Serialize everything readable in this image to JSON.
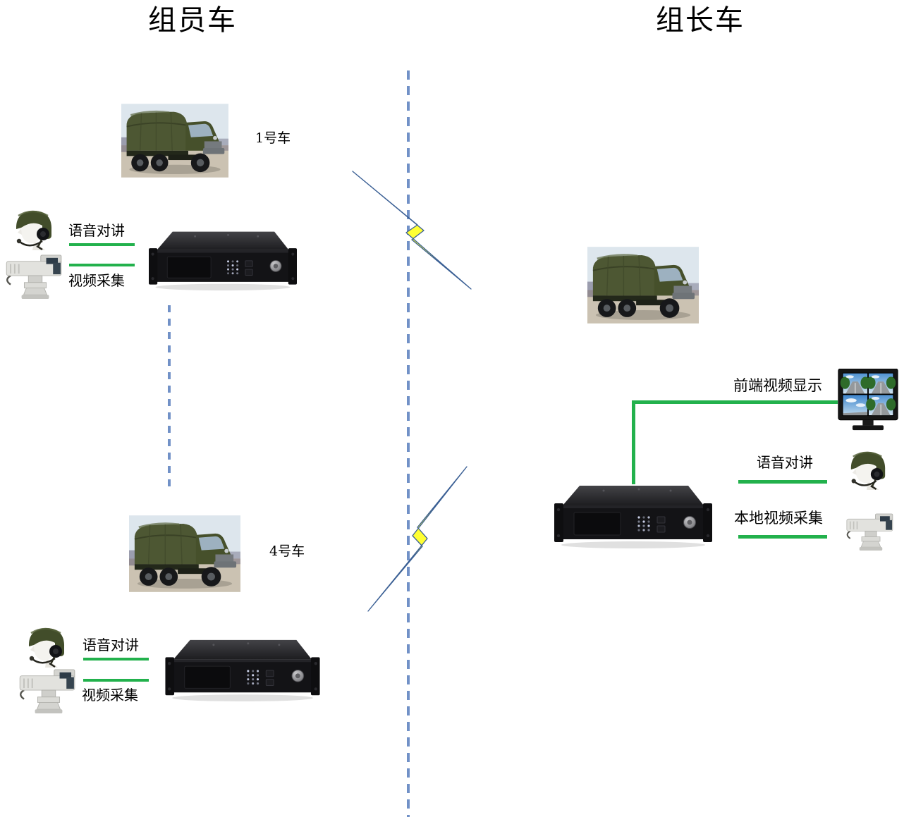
{
  "titles": {
    "member": "组员车",
    "leader": "组长车"
  },
  "member_cars": [
    {
      "name": "1号车",
      "voice_link": "语音对讲",
      "video_link": "视频采集"
    },
    {
      "name": "4号车",
      "voice_link": "语音对讲",
      "video_link": "视频采集"
    }
  ],
  "leader_car": {
    "front_video_display": "前端视频显示",
    "voice_link": "语音对讲",
    "local_video_capture": "本地视频采集"
  },
  "colors": {
    "connection_green": "#22b14c",
    "dashed_line_blue": "#7191c7",
    "lightning_fill": "#ffff33",
    "lightning_outline": "#3a5f94"
  },
  "icons": {
    "truck": "military-truck",
    "helmet": "helmet-with-headset",
    "camera": "ptz-camera",
    "device": "rack-comm-device",
    "monitor": "quad-view-monitor",
    "lightning": "wireless-link-bolt"
  }
}
